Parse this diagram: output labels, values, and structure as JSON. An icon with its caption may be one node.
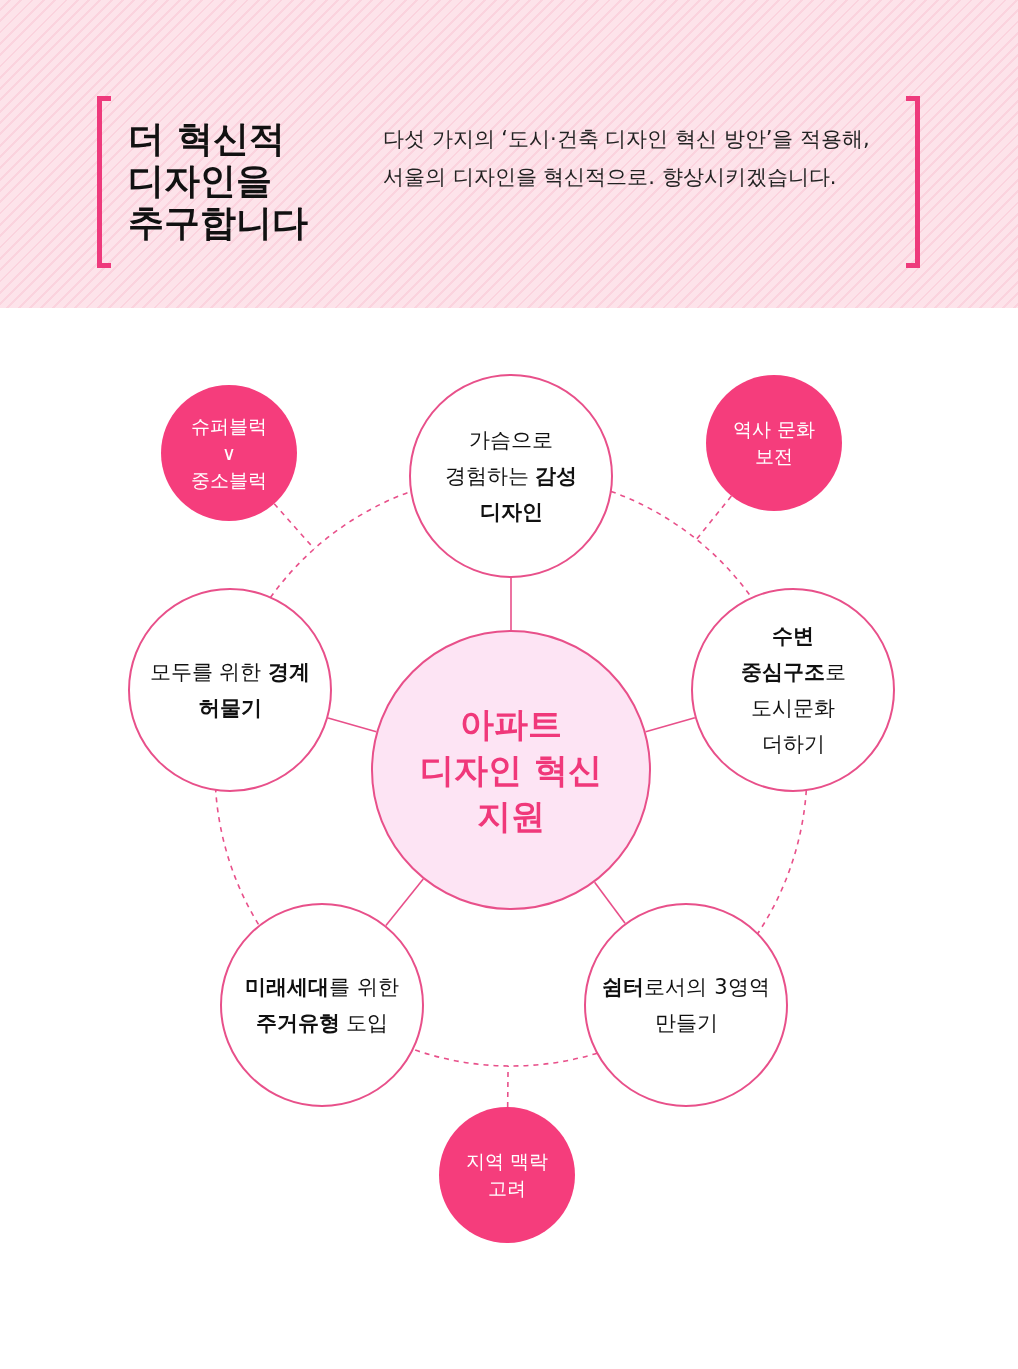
{
  "diagram": {
    "title": "더 혁신적 디자인을 추구합니다",
    "nodes": [
      {
        "text": [
          "아파트 디자인 혁신 지원"
        ]
      },
      {
        "text": [
          "가슴으로 경험하는 **감성 디자인**"
        ]
      },
      {
        "text": [
          "**수변 중심구조**로 도시문화 더하기"
        ]
      },
      {
        "text": [
          "**쉼터**로서의 3영역 만들기"
        ]
      },
      {
        "text": [
          "**미래세대**를 위한 **주거유형** 도입"
        ]
      },
      {
        "text": [
          "모두를 위한 **경계 허물기**"
        ]
      },
      {
        "text": [
          "슈퍼블럭 ∨ 중소블럭"
        ]
      },
      {
        "text": [
          "역사 문화 보전"
        ]
      },
      {
        "text": [
          "지역 맥락 고려"
        ]
      }
    ],
    "edges": [
      {
        "from": 0,
        "to": 1,
        "arrow": "none"
      },
      {
        "from": 0,
        "to": 2,
        "arrow": "none"
      },
      {
        "from": 0,
        "to": 3,
        "arrow": "none"
      },
      {
        "from": 0,
        "to": 4,
        "arrow": "none"
      },
      {
        "from": 0,
        "to": 5,
        "arrow": "none"
      },
      {
        "from": 1,
        "to": 2,
        "arrow": "none",
        "style": "dashed"
      },
      {
        "from": 2,
        "to": 3,
        "arrow": "none",
        "style": "dashed"
      },
      {
        "from": 3,
        "to": 4,
        "arrow": "none",
        "style": "dashed"
      },
      {
        "from": 4,
        "to": 5,
        "arrow": "none",
        "style": "dashed"
      },
      {
        "from": 5,
        "to": 1,
        "arrow": "none",
        "style": "dashed"
      },
      {
        "from": 6,
        "to": null,
        "arrow": "none",
        "style": "dashed"
      },
      {
        "from": 7,
        "to": null,
        "arrow": "none",
        "style": "dashed"
      },
      {
        "from": 8,
        "to": null,
        "arrow": "none",
        "style": "dashed"
      }
    ],
    "labels": [
      "다섯 가지의 ‘도시·건축 디자인 혁신 방안’을 적용해, 서울의 디자인을 혁신적으로. 향상시키겠습니다."
    ]
  }
}
